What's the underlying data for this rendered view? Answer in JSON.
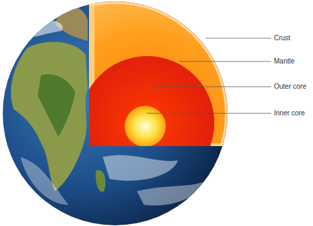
{
  "diagram": {
    "labels": [
      "Crust",
      "Mantle",
      "Outer core",
      "Inner core"
    ]
  }
}
